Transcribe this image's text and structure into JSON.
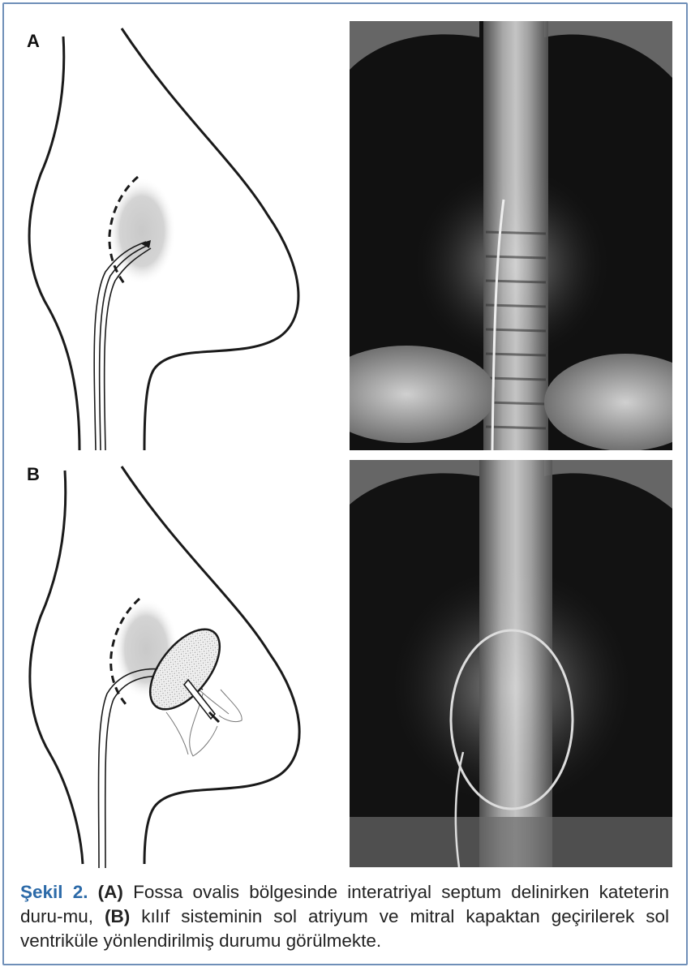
{
  "panels": [
    {
      "label": "A"
    },
    {
      "label": "B"
    }
  ],
  "caption": {
    "figure_label": "Şekil 2.",
    "segments": [
      {
        "bold": true,
        "text": " (A)"
      },
      {
        "bold": false,
        "text": " Fossa ovalis bölgesinde interatriyal septum delinirken kateterin duru-mu, "
      },
      {
        "bold": true,
        "text": "(B)"
      },
      {
        "bold": false,
        "text": " kılıf sisteminin sol atriyum ve mitral kapaktan geçirilerek sol ventriküle yönlendirilmiş durumu görülmekte."
      }
    ]
  },
  "colors": {
    "frame_border": "#6f8fb8",
    "figure_label": "#2c6aa8"
  }
}
